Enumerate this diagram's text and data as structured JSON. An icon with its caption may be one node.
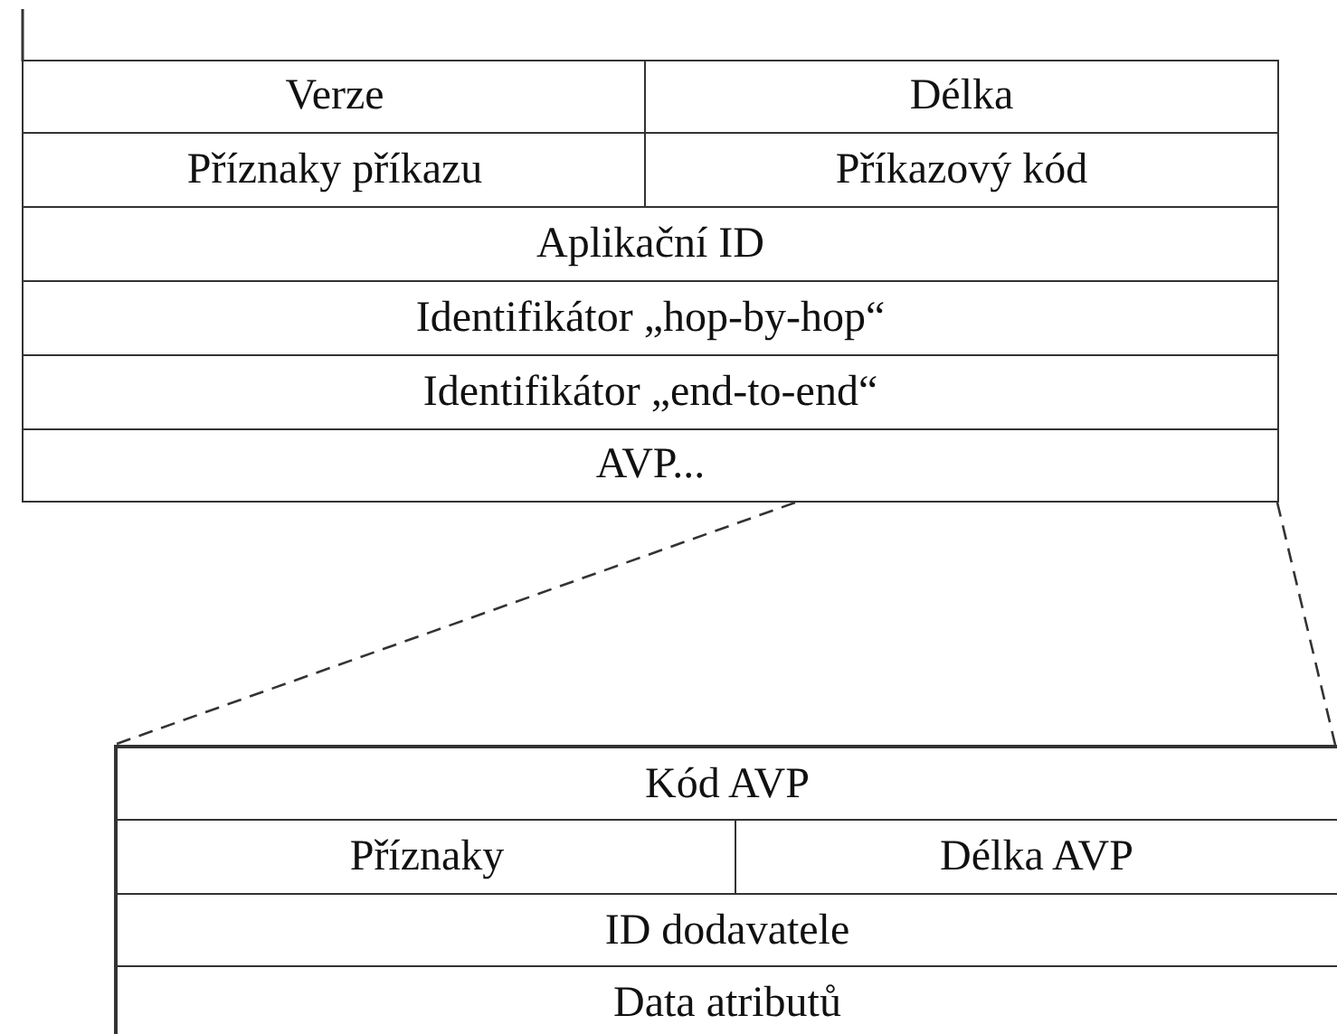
{
  "diagram": {
    "nodes": [
      {
        "text": [
          "Verze"
        ]
      },
      {
        "text": [
          "Délka"
        ]
      },
      {
        "text": [
          "Příznaky příkazu"
        ]
      },
      {
        "text": [
          "Příkazový kód"
        ]
      },
      {
        "text": [
          "Aplikační ID"
        ]
      },
      {
        "text": [
          "Identifikátor „hop-by-hop“"
        ]
      },
      {
        "text": [
          "Identifikátor „end-to-end“"
        ]
      },
      {
        "text": [
          "AVP..."
        ]
      },
      {
        "text": [],
        "shape": "box"
      },
      {
        "text": [
          "Kód AVP"
        ],
        "in": 8
      },
      {
        "text": [
          "Příznaky"
        ],
        "in": 8
      },
      {
        "text": [
          "Délka AVP"
        ],
        "in": 8
      },
      {
        "text": [
          "ID dodavatele"
        ],
        "in": 8
      },
      {
        "text": [
          "Data atributů"
        ],
        "in": 8
      }
    ],
    "edges": [
      {
        "from": 7,
        "to": 8,
        "arrow": "none",
        "style": "dashed"
      },
      {
        "from": 7,
        "to": 8,
        "arrow": "none",
        "style": "dashed"
      }
    ]
  }
}
